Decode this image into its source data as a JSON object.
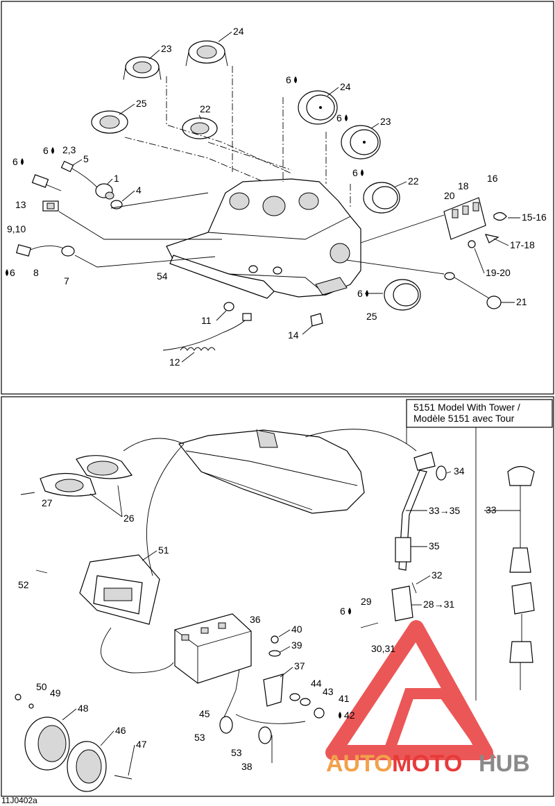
{
  "labels": {
    "l24a": "24",
    "l23a": "23",
    "l25a": "25",
    "l22a": "22",
    "l6a": "6",
    "l23_5": "2,3",
    "l5": "5",
    "l6b": "6",
    "l1": "1",
    "l4": "4",
    "l13": "13",
    "l910": "9,10",
    "l8": "8",
    "l6c": "6",
    "l7": "7",
    "l54": "54",
    "l6d": "6",
    "l24b": "24",
    "l6e": "6",
    "l23b": "23",
    "l6f": "6",
    "l22b": "22",
    "l18": "18",
    "l16": "16",
    "l20": "20",
    "l1516": "15-16",
    "l1718": "17-18",
    "l1920": "19-20",
    "l21": "21",
    "l6g": "6",
    "l25b": "25",
    "l11": "11",
    "l12": "12",
    "l14": "14",
    "l27": "27",
    "l26": "26",
    "l51": "51",
    "l52": "52",
    "l34": "34",
    "l3335": "33→35",
    "l35": "35",
    "l32": "32",
    "l2831": "28→31",
    "l6h": "6",
    "l29": "29",
    "l3031": "30,31",
    "l36": "36",
    "l40": "40",
    "l39": "39",
    "l37": "37",
    "l44": "44",
    "l43": "43",
    "l41": "41",
    "l42": "42",
    "l45": "45",
    "l53a": "53",
    "l53b": "53",
    "l38": "38",
    "l50": "50",
    "l49": "49",
    "l48": "48",
    "l46": "46",
    "l47": "47",
    "l33": "33"
  },
  "tower_box": {
    "line1": "5151 Model With Tower /",
    "line2": "Modèle 5151 avec Tour"
  },
  "ref_code": "11J0402a",
  "watermark": {
    "part1": "AUTO",
    "part2": "MOTO",
    "part3": "HUB"
  },
  "colors": {
    "watermark_red": "#e83a3a",
    "watermark_orange": "#f2a14a",
    "watermark_gray": "#8a8a8a"
  }
}
